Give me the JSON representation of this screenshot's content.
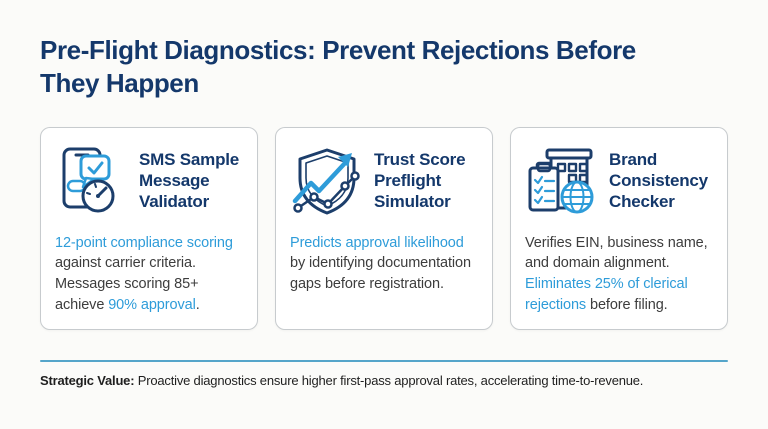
{
  "page": {
    "title_line1": "Pre-Flight Diagnostics: Prevent Rejections Before",
    "title_line2": "They Happen"
  },
  "colors": {
    "title_navy": "#14386b",
    "highlight_blue": "#2e9cd9",
    "body_gray": "#3d3d3d",
    "divider_blue": "#55a5ca",
    "card_border": "#c7cbce",
    "background": "#fbfbf9"
  },
  "cards": [
    {
      "icon": "sms-validator-icon",
      "title": "SMS Sample Message Validator",
      "body": [
        {
          "text": "12-point compliance scoring",
          "highlight": true
        },
        {
          "text": " against carrier criteria. Messages scoring 85+ achieve ",
          "highlight": false
        },
        {
          "text": "90% approval",
          "highlight": true
        },
        {
          "text": ".",
          "highlight": false
        }
      ]
    },
    {
      "icon": "trust-score-icon",
      "title": "Trust Score Preflight Simulator",
      "body": [
        {
          "text": "Predicts approval likelihood",
          "highlight": true
        },
        {
          "text": " by identifying documentation gaps before registration.",
          "highlight": false
        }
      ]
    },
    {
      "icon": "brand-checker-icon",
      "title": "Brand Consistency Checker",
      "body": [
        {
          "text": "Verifies EIN, business name, and domain alignment. ",
          "highlight": false
        },
        {
          "text": "Eliminates 25% of clerical rejections",
          "highlight": true
        },
        {
          "text": " before filing.",
          "highlight": false
        }
      ]
    }
  ],
  "footer": {
    "label": "Strategic Value:",
    "text": " Proactive diagnostics ensure higher first-pass approval rates, accelerating time-to-revenue."
  }
}
